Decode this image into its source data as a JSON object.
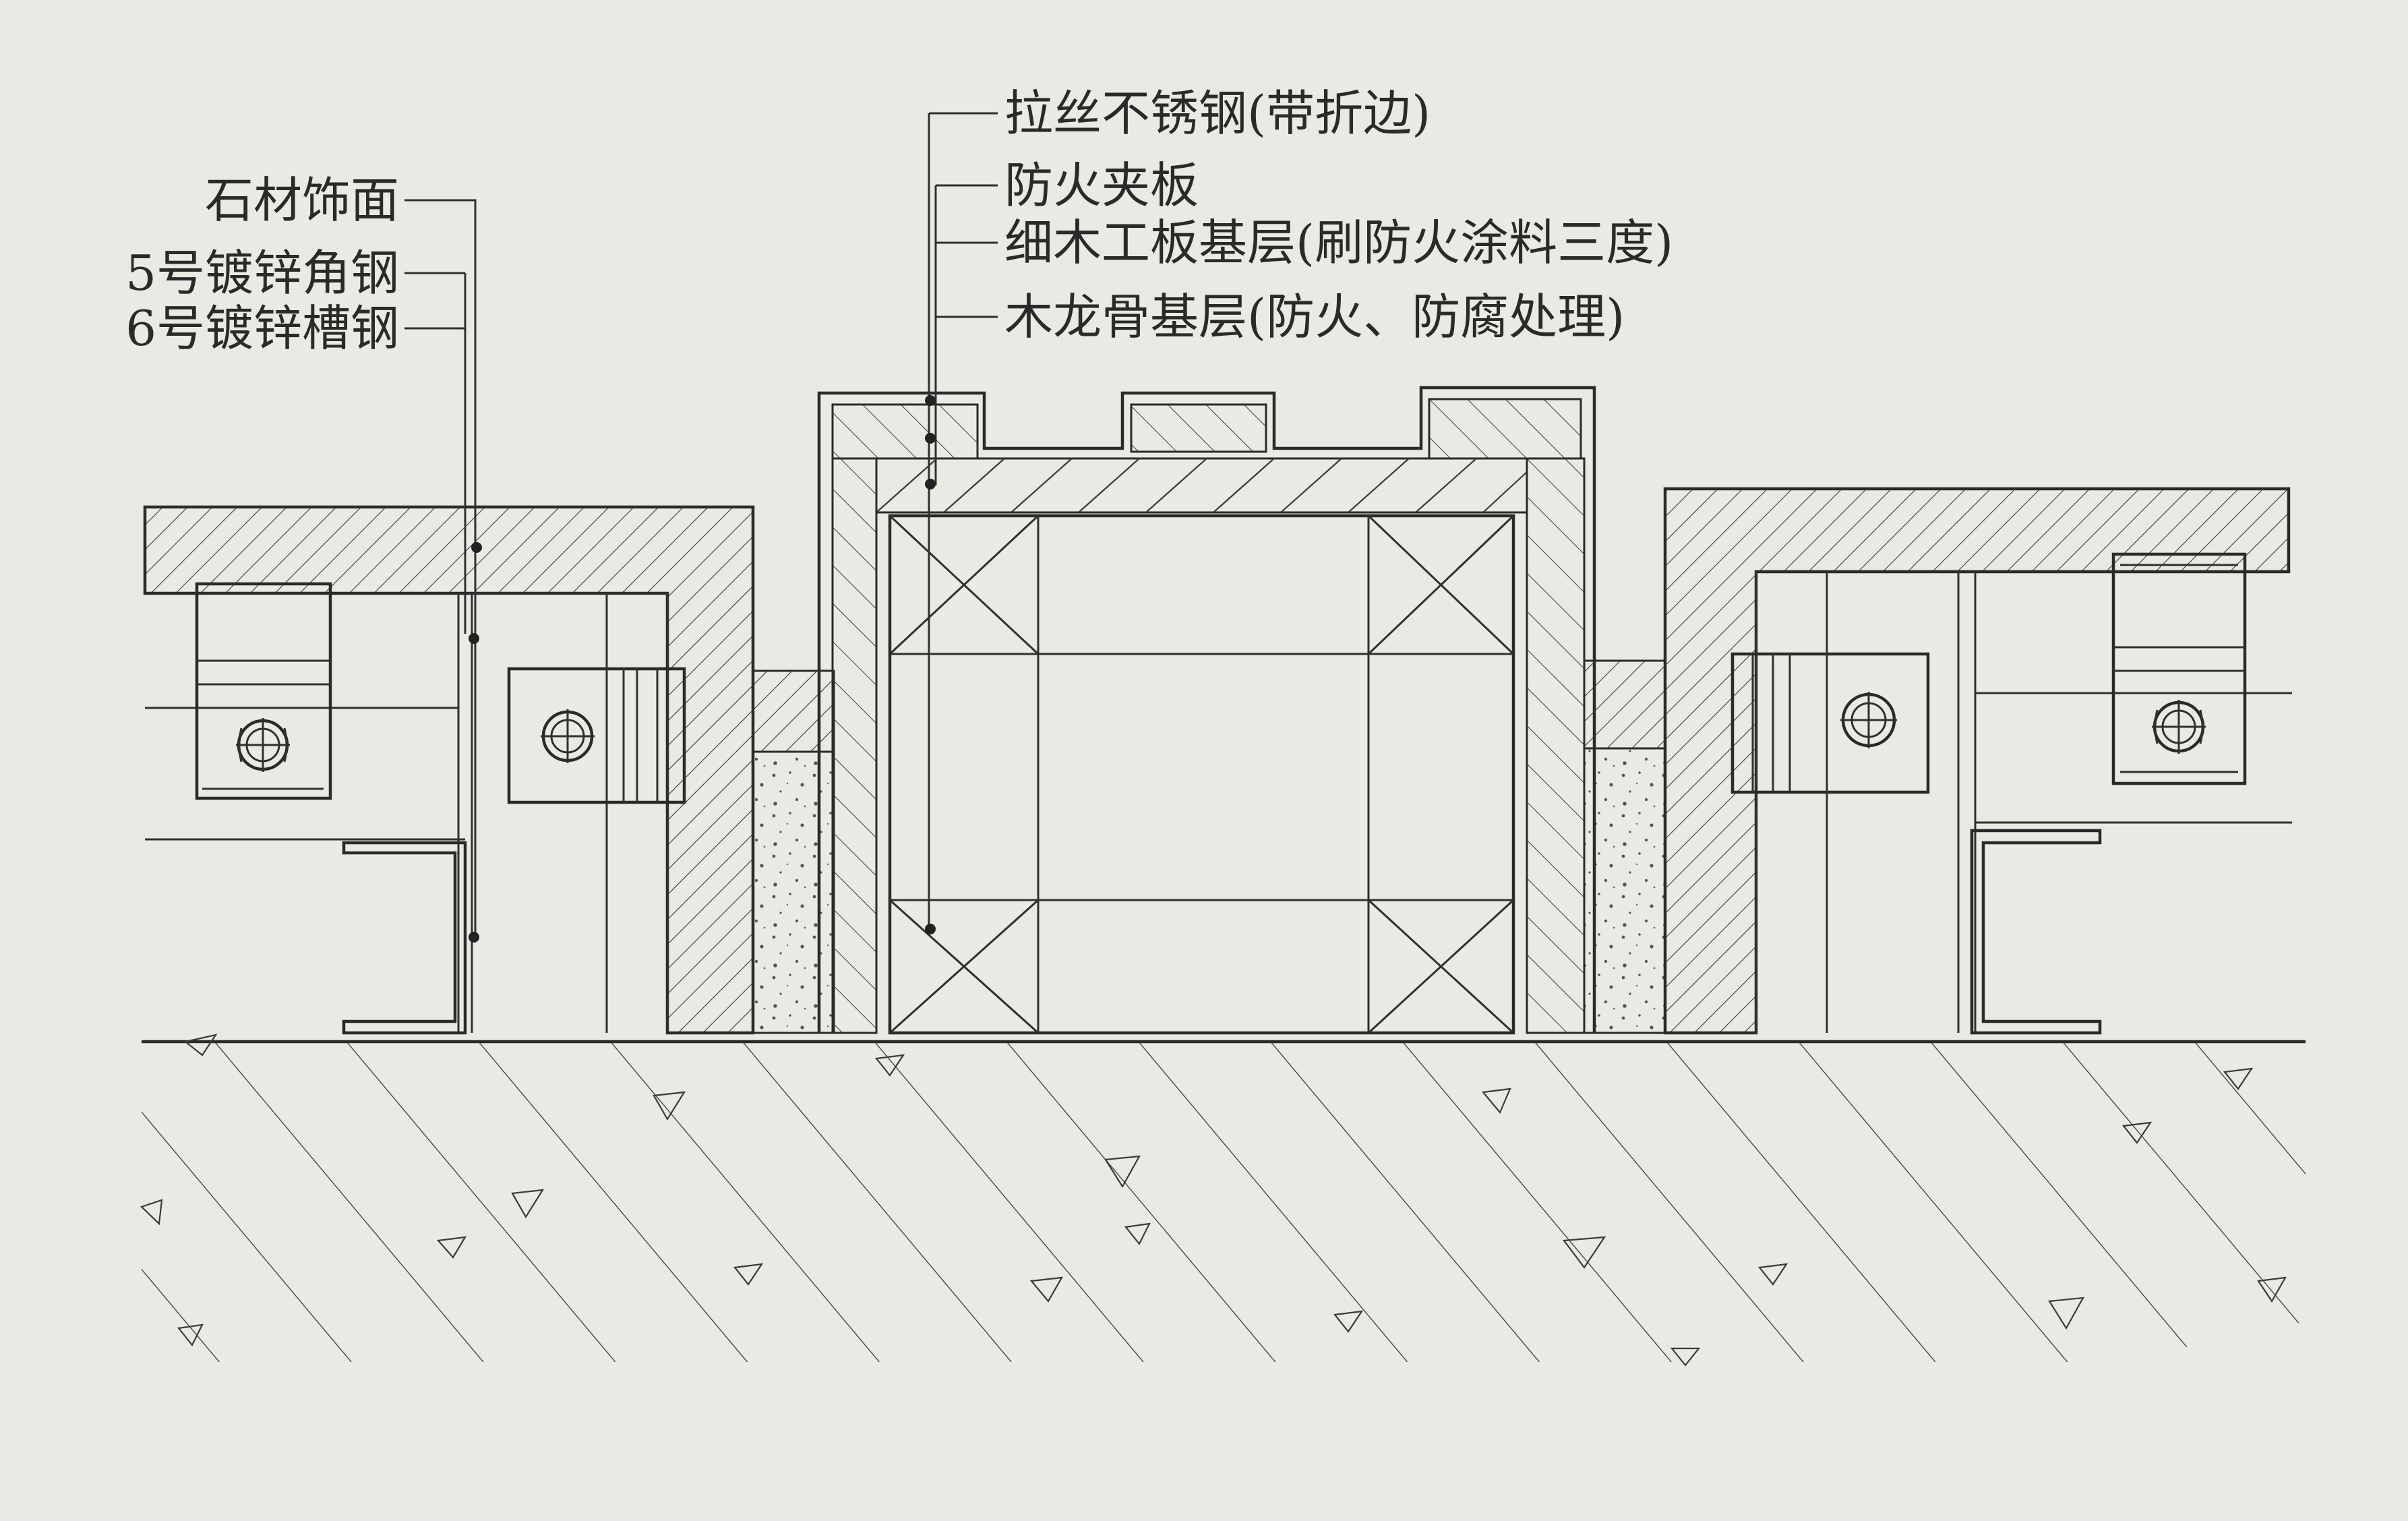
{
  "labels_left": [
    {
      "id": "stone",
      "text": "石材饰面"
    },
    {
      "id": "angle",
      "text": "5号镀锌角钢"
    },
    {
      "id": "channel",
      "text": "6号镀锌槽钢"
    }
  ],
  "labels_right": [
    {
      "id": "steel",
      "text": "拉丝不锈钢(带折边)"
    },
    {
      "id": "fireboard",
      "text": "防火夹板"
    },
    {
      "id": "blockboard",
      "text": "细木工板基层(刷防火涂料三度)"
    },
    {
      "id": "keel",
      "text": "木龙骨基层(防火、防腐处理)"
    }
  ],
  "colors": {
    "paper": "#e9eae3",
    "ink": "#2a2a2a"
  }
}
